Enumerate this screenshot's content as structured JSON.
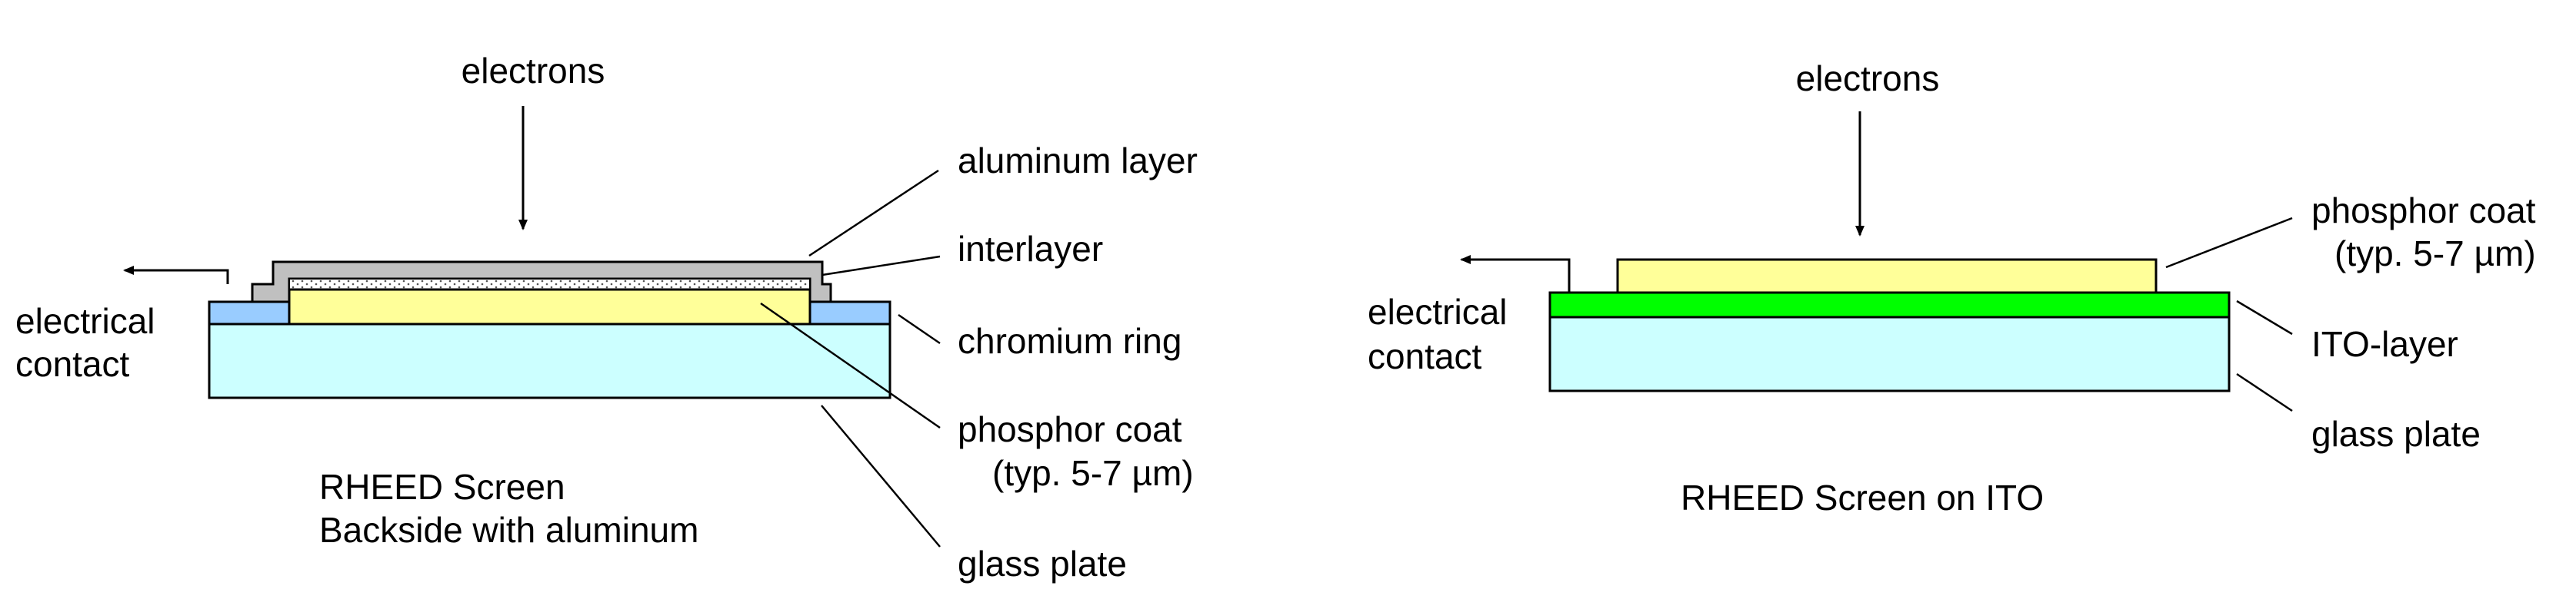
{
  "left_diagram": {
    "top_label": "electrons",
    "contact_label_line1": "electrical",
    "contact_label_line2": "contact",
    "callouts": {
      "aluminum": "aluminum layer",
      "interlayer": "interlayer",
      "chromium": "chromium ring",
      "phosphor_line1": "phosphor coat",
      "phosphor_line2": "(typ. 5-7 µm)",
      "glass": "glass plate"
    },
    "caption_line1": "RHEED Screen",
    "caption_line2": "Backside with aluminum"
  },
  "right_diagram": {
    "top_label": "electrons",
    "contact_label_line1": "electrical",
    "contact_label_line2": "contact",
    "callouts": {
      "phosphor_line1": "phosphor coat",
      "phosphor_line2": "(typ. 5-7 µm)",
      "ito": "ITO-layer",
      "glass": "glass plate"
    },
    "caption": "RHEED Screen on ITO"
  },
  "colors": {
    "glass": "#ccffff",
    "phosphor": "#ffff99",
    "chromium": "#99ccff",
    "aluminum": "#c0c0c0",
    "ito": "#00ff00",
    "outline": "#000000"
  }
}
